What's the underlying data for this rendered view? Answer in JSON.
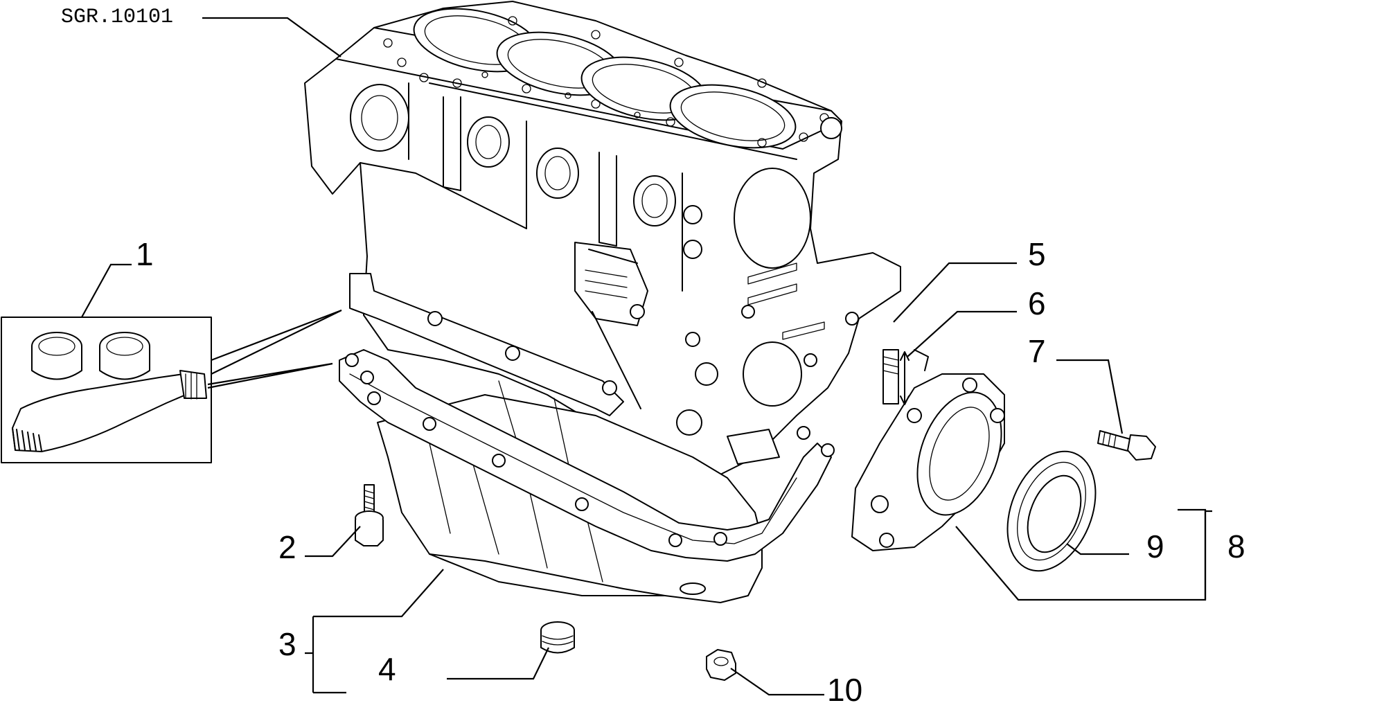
{
  "diagram": {
    "code": "SGR.10101",
    "callouts": [
      "1",
      "2",
      "3",
      "4",
      "5",
      "6",
      "7",
      "8",
      "9",
      "10"
    ]
  }
}
